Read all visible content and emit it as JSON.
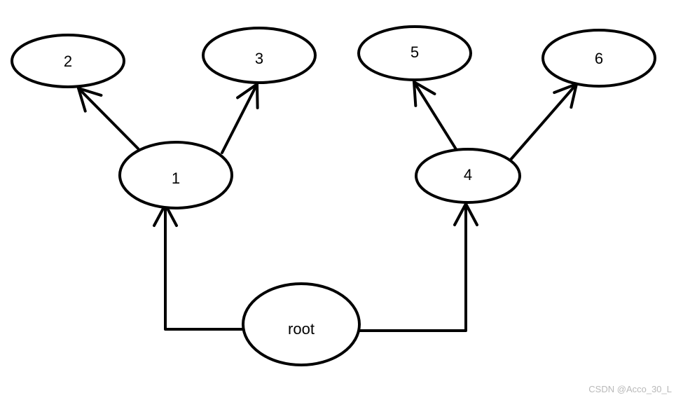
{
  "diagram": {
    "nodes": [
      {
        "id": "root",
        "label": "root"
      },
      {
        "id": "n1",
        "label": "1"
      },
      {
        "id": "n2",
        "label": "2"
      },
      {
        "id": "n3",
        "label": "3"
      },
      {
        "id": "n4",
        "label": "4"
      },
      {
        "id": "n5",
        "label": "5"
      },
      {
        "id": "n6",
        "label": "6"
      }
    ],
    "edges": [
      {
        "from": "root",
        "to": "n1"
      },
      {
        "from": "root",
        "to": "n4"
      },
      {
        "from": "n1",
        "to": "n2"
      },
      {
        "from": "n1",
        "to": "n3"
      },
      {
        "from": "n4",
        "to": "n5"
      },
      {
        "from": "n4",
        "to": "n6"
      }
    ]
  },
  "watermark": "CSDN @Acco_30_L"
}
